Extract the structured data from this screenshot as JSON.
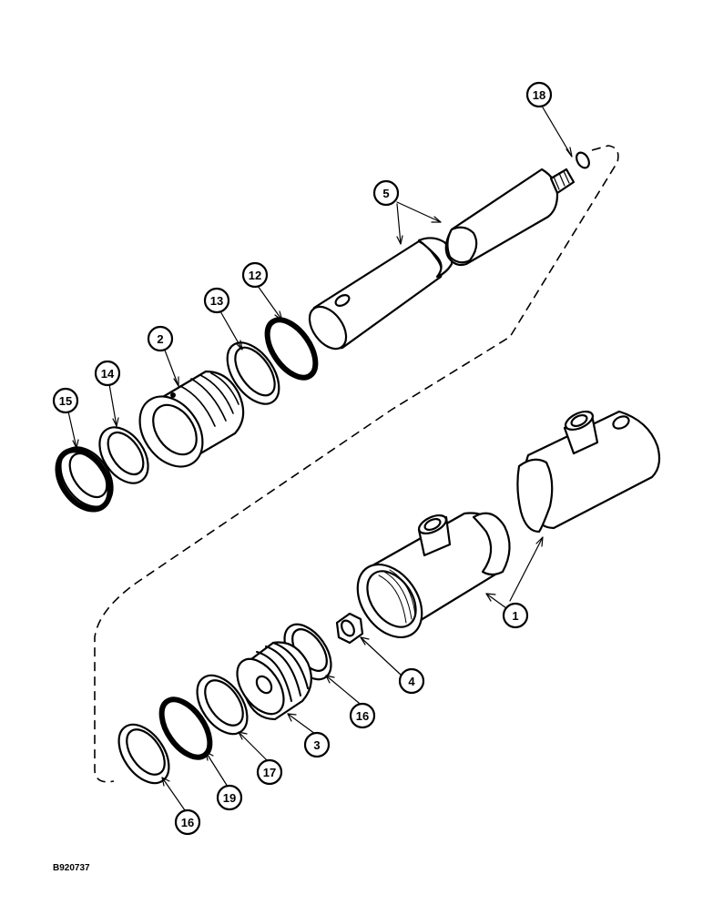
{
  "drawing": {
    "code": "B920737",
    "callouts": [
      {
        "id": "c18",
        "label": "18",
        "part": "fitting-seal"
      },
      {
        "id": "c5",
        "label": "5",
        "part": "rod"
      },
      {
        "id": "c12",
        "label": "12",
        "part": "rod-seal-ring-a"
      },
      {
        "id": "c13",
        "label": "13",
        "part": "rod-seal-ring-b"
      },
      {
        "id": "c2",
        "label": "2",
        "part": "gland"
      },
      {
        "id": "c14",
        "label": "14",
        "part": "wiper-ring"
      },
      {
        "id": "c15",
        "label": "15",
        "part": "wiper-seal"
      },
      {
        "id": "c1",
        "label": "1",
        "part": "barrel"
      },
      {
        "id": "c4",
        "label": "4",
        "part": "nut"
      },
      {
        "id": "c16a",
        "label": "16",
        "part": "piston-ring-a"
      },
      {
        "id": "c3",
        "label": "3",
        "part": "piston"
      },
      {
        "id": "c17",
        "label": "17",
        "part": "piston-ring-b"
      },
      {
        "id": "c19",
        "label": "19",
        "part": "o-ring"
      },
      {
        "id": "c16b",
        "label": "16",
        "part": "piston-ring-c"
      }
    ]
  }
}
